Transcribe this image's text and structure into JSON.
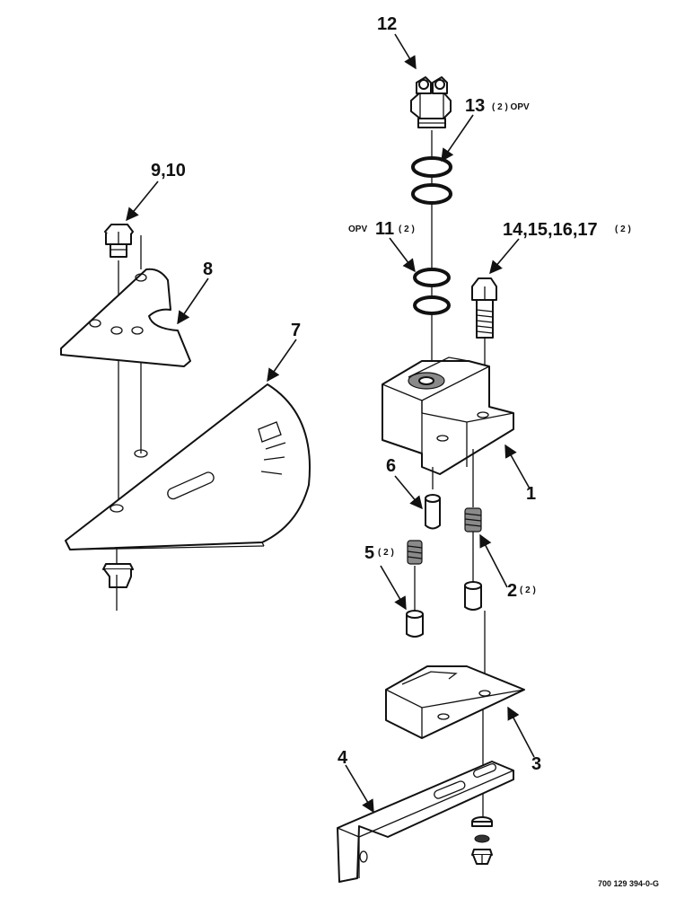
{
  "callouts": {
    "c12": "12",
    "c13": "13",
    "c13_suffix": "( 2 ) OPV",
    "c11_prefix": "OPV",
    "c11": "11",
    "c11_suffix": "( 2 )",
    "c14": "14,15,16,17",
    "c14_suffix": "( 2 )",
    "c9": "9,10",
    "c8": "8",
    "c7": "7",
    "c6": "6",
    "c1": "1",
    "c5": "5",
    "c5_suffix": "( 2 )",
    "c2": "2",
    "c2_suffix": "( 2 )",
    "c3": "3",
    "c4": "4"
  },
  "figure_ref": "700 129 394-0-G"
}
